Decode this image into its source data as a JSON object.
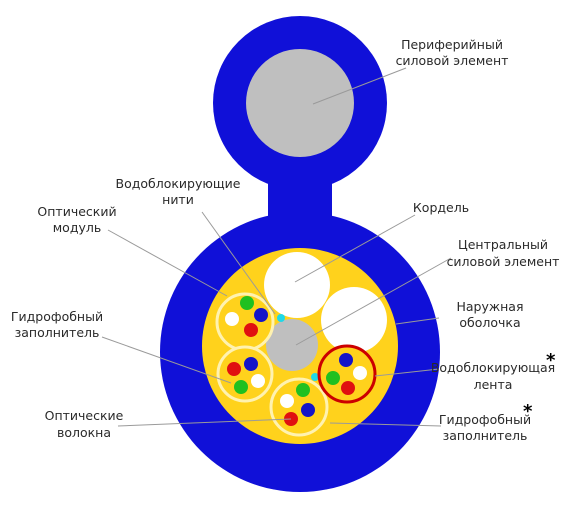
{
  "labels": {
    "peripheral_1": "Периферийный",
    "peripheral_2": "силовой элемент",
    "waterblock_threads_1": "Водоблокирующие",
    "waterblock_threads_2": "нити",
    "optical_module_1": "Оптический",
    "optical_module_2": "модуль",
    "cord": "Кордель",
    "central_1": "Центральный",
    "central_2": "силовой элемент",
    "outer_sheath_1": "Наружная",
    "outer_sheath_2": "оболочка",
    "hydro_filler_left_1": "Гидрофобный",
    "hydro_filler_left_2": "заполнитель",
    "waterblock_tape_1": "Водоблокирующая",
    "waterblock_tape_2": "лента",
    "waterblock_tape_mark": "*",
    "optical_fibers_1": "Оптические",
    "optical_fibers_2": "волокна",
    "hydro_filler_right_1": "Гидрофобный",
    "hydro_filler_right_2": "заполнитель",
    "hydro_filler_right_mark": "*"
  },
  "colors": {
    "sheath": "#1010d8",
    "filler": "#ffd21c",
    "strength_member": "#bfbfbf",
    "cord": "#ffffff",
    "fiber_blue": "#1414c8",
    "fiber_red": "#e01010",
    "fiber_green": "#20c020",
    "fiber_white": "#ffffff",
    "waterblock_thread": "#20d8e8",
    "highlight_ring": "#cc0000",
    "leader_line": "#9a9a9a"
  }
}
